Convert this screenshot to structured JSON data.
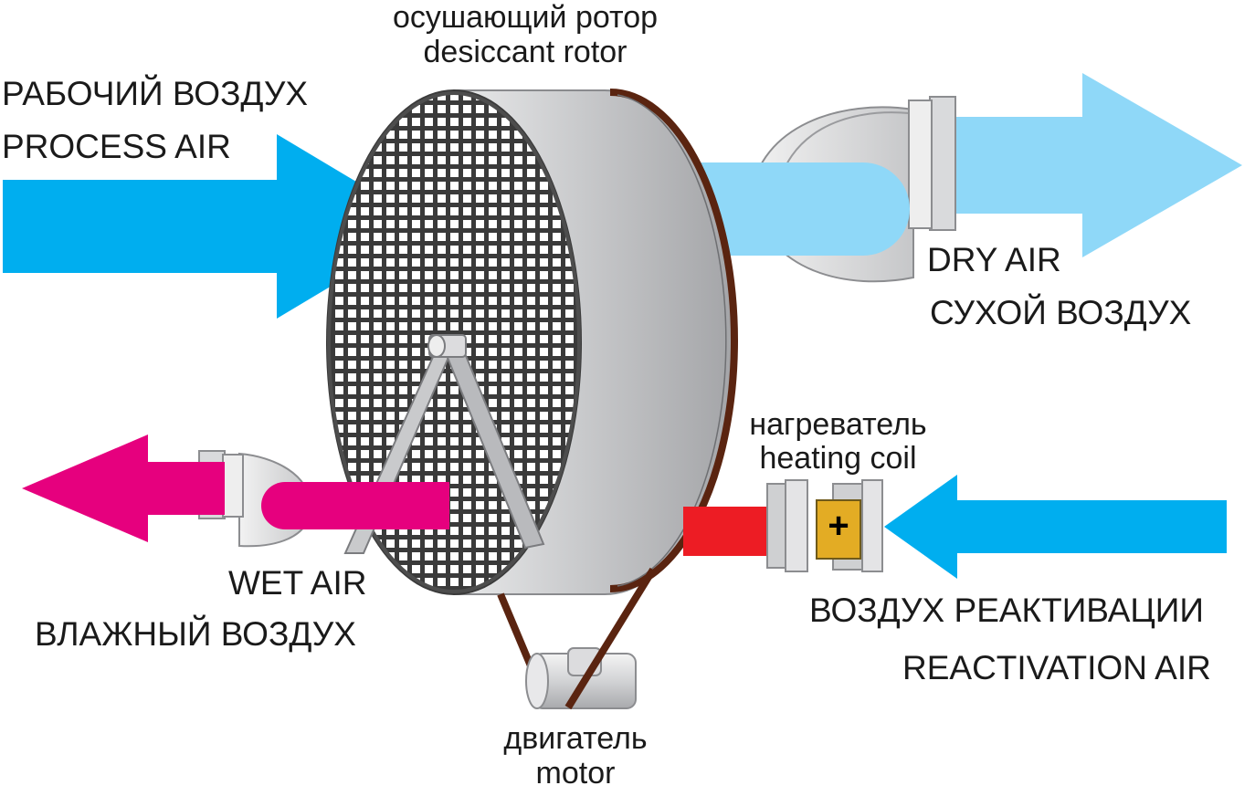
{
  "labels": {
    "rotor_ru": "осушающий ротор",
    "rotor_en": "desiccant rotor",
    "process_ru": "РАБОЧИЙ ВОЗДУХ",
    "process_en": "PROCESS AIR",
    "dry_en": "DRY AIR",
    "dry_ru": "СУХОЙ ВОЗДУХ",
    "heater_ru": "нагреватель",
    "heater_en": "heating coil",
    "heater_symbol": "+",
    "wet_en": "WET AIR",
    "wet_ru": "ВЛАЖНЫЙ ВОЗДУХ",
    "reactivation_ru": "ВОЗДУХ РЕАКТИВАЦИИ",
    "reactivation_en": "REACTIVATION AIR",
    "motor_ru": "двигатель",
    "motor_en": "motor"
  },
  "colors": {
    "process_air": "#00aeef",
    "dry_air": "#8fd8f8",
    "wet_air": "#e6007e",
    "reactivation_air": "#00aeef",
    "hot_air": "#ed1c24",
    "heater": "#e3ac24",
    "belt": "#5a2410",
    "rotor_face": "#2b2b2b",
    "rotor_casing": "#c3c4c6"
  }
}
